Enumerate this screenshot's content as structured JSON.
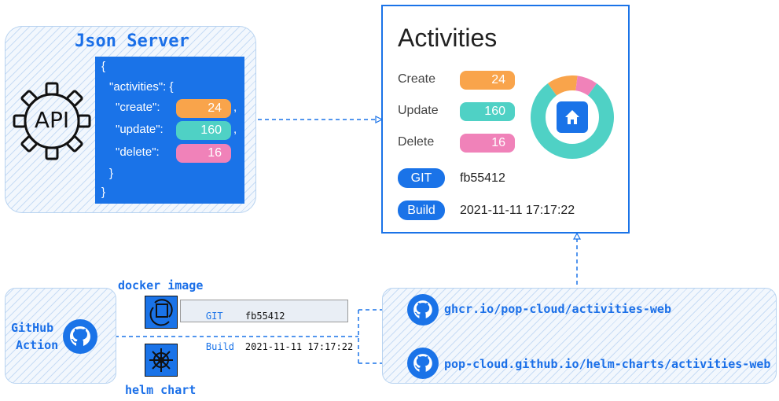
{
  "json_server": {
    "title": "Json Server",
    "api_label": "API",
    "code_open": "{",
    "code_key": "\"activities\": {",
    "create_key": "\"create\":",
    "update_key": "\"update\":",
    "delete_key": "\"delete\":",
    "comma": ",",
    "inner_close": "}",
    "outer_close": "}",
    "create_value": "24",
    "update_value": "160",
    "delete_value": "16"
  },
  "activities_card": {
    "title": "Activities",
    "rows": [
      {
        "label": "Create",
        "value": "24"
      },
      {
        "label": "Update",
        "value": "160"
      },
      {
        "label": "Delete",
        "value": "16"
      }
    ],
    "git_tag": "GIT",
    "git_value": "fb55412",
    "build_tag": "Build",
    "build_value": "2021-11-11 17:17:22"
  },
  "donut_chart": {
    "type": "pie",
    "values": [
      24,
      160,
      16
    ],
    "colors": [
      "#f9a44b",
      "#4fd1c5",
      "#f082b9"
    ],
    "center_icon": "home-icon"
  },
  "github_action": {
    "line1": "GitHub",
    "line2": "Action"
  },
  "docker": {
    "label": "docker image",
    "git_key": "GIT",
    "git_value": "fb55412",
    "build_key": "Build",
    "build_value": "2021-11-11 17:17:22"
  },
  "helm": {
    "label": "helm chart"
  },
  "registries": {
    "ghcr": "ghcr.io/pop-cloud/activities-web",
    "helm_repo": "pop-cloud.github.io/helm-charts/activities-web"
  },
  "colors": {
    "accent": "#1a73e8",
    "create": "#f9a44b",
    "update": "#4fd1c5",
    "delete": "#f082b9"
  }
}
